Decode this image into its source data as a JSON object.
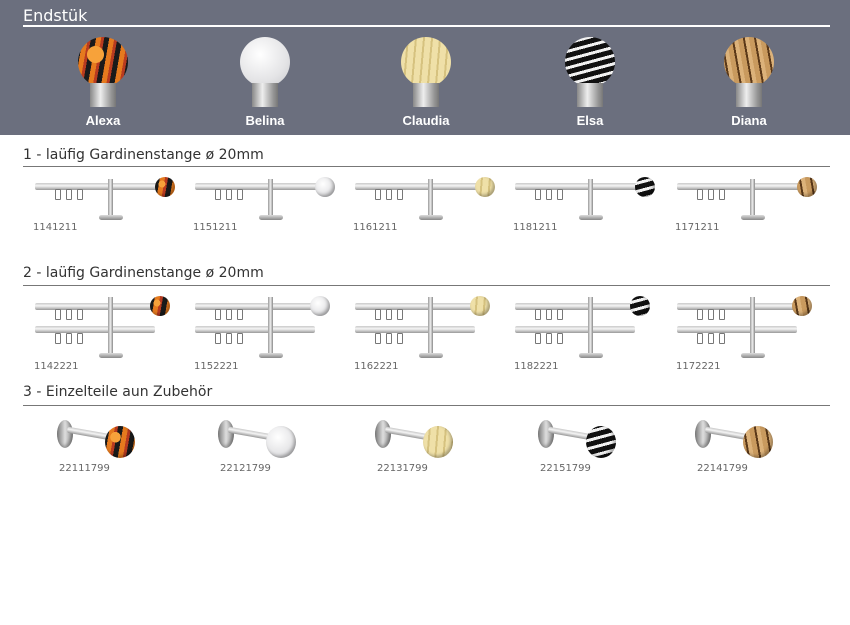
{
  "header": {
    "title": "Endstük",
    "finishes": [
      {
        "name": "Alexa",
        "key": "alexa"
      },
      {
        "name": "Belina",
        "key": "belina"
      },
      {
        "name": "Claudia",
        "key": "claudia"
      },
      {
        "name": "Elsa",
        "key": "elsa"
      },
      {
        "name": "Diana",
        "key": "diana"
      }
    ]
  },
  "sections": [
    {
      "title": "1 - laüfig Gardinenstange ø 20mm",
      "codes": [
        "1141211",
        "1151211",
        "1161211",
        "1181211",
        "1171211"
      ]
    },
    {
      "title": "2 - laüfig Gardinenstange ø 20mm",
      "codes": [
        "1142221",
        "1152221",
        "1162221",
        "1182221",
        "1172221"
      ]
    },
    {
      "title": "3 - Einzelteile aun Zubehör",
      "codes": [
        "22111799",
        "22121799",
        "22131799",
        "22151799",
        "22141799"
      ]
    }
  ]
}
